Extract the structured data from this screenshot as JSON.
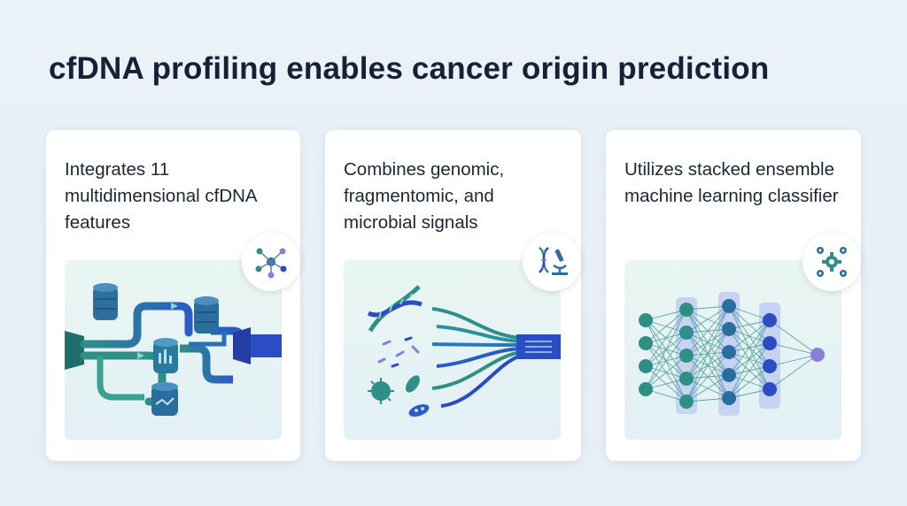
{
  "title": "cfDNA profiling enables cancer origin prediction",
  "cards": [
    {
      "text": "Integrates 11 multidimensional cfDNA features",
      "badge_icon": "network-nodes-icon",
      "illustration": "data-pipeline-illustration"
    },
    {
      "text": "Combines genomic, fragmentomic, and microbial signals",
      "badge_icon": "dna-microscope-icon",
      "illustration": "signal-merge-illustration"
    },
    {
      "text": "Utilizes stacked ensemble machine learning classifier",
      "badge_icon": "gears-icon",
      "illustration": "neural-network-illustration"
    }
  ],
  "colors": {
    "background": "#e8f1f7",
    "card": "#ffffff",
    "title": "#152235",
    "teal": "#2f8f86",
    "blue": "#2a4cc4",
    "purple": "#8b7fd6"
  }
}
